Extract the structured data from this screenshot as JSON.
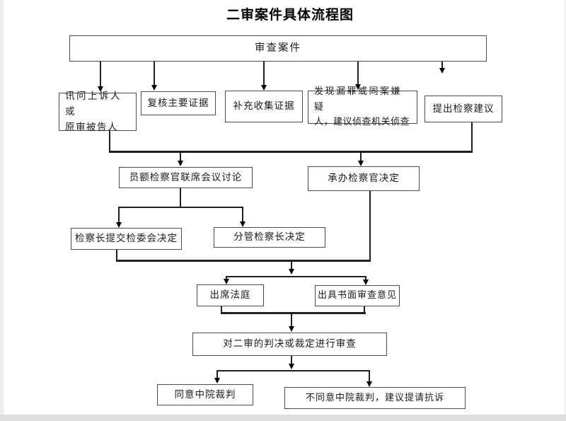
{
  "title": "二审案件具体流程图",
  "nodes": {
    "review_case": {
      "label": "审查案件"
    },
    "interrogate": {
      "lines": [
        "讯问上诉人或",
        "原审被告人"
      ]
    },
    "verify_evidence": {
      "label": "复核主要证据"
    },
    "collect_evidence": {
      "label": "补充收集证据"
    },
    "discover_crime": {
      "lines": [
        "发现漏罪或同案嫌疑",
        "人，建议侦查机关侦查"
      ]
    },
    "prosecutorial_suggestion": {
      "label": "提出检察建议"
    },
    "joint_meeting": {
      "label": "员额检察官联席会议讨论"
    },
    "case_prosecutor_decision": {
      "label": "承办检察官决定"
    },
    "chief_to_committee": {
      "label": "检察长提交检委会决定"
    },
    "deputy_chief_decision": {
      "label": "分管检察长决定"
    },
    "attend_court": {
      "label": "出席法庭"
    },
    "written_opinion": {
      "label": "出具书面审查意见"
    },
    "review_judgment": {
      "label": "对二审的判决或裁定进行审查"
    },
    "agree_ruling": {
      "label": "同意中院裁判"
    },
    "disagree_ruling": {
      "label": "不同意中院裁判，建议提请抗诉"
    }
  },
  "colors": {
    "box_border": "#4b4b4b",
    "connector_line": "#1f1f1f",
    "text": "#1a1a1a",
    "page_edge": "#dfdfdf"
  }
}
